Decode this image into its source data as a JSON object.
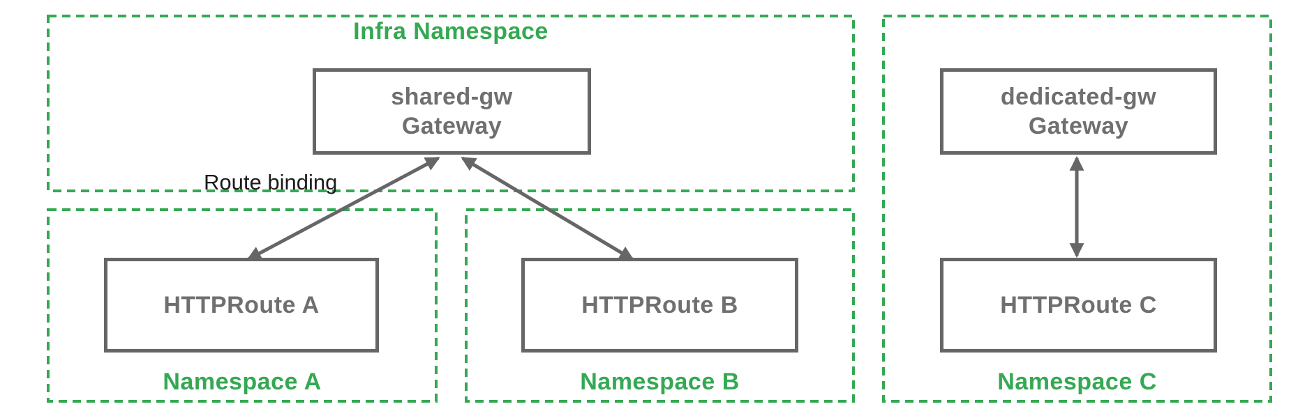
{
  "colors": {
    "namespace_green": "#34a853",
    "node_border_gray": "#666668",
    "node_text_gray": "#6f6f71",
    "annotation_black": "#1b1b1b"
  },
  "namespaces": {
    "infra": {
      "label": "Infra Namespace"
    },
    "a": {
      "label": "Namespace A"
    },
    "b": {
      "label": "Namespace B"
    },
    "c": {
      "label": "Namespace C"
    }
  },
  "nodes": {
    "shared_gw": {
      "line1": "shared-gw",
      "line2": "Gateway"
    },
    "dedicated_gw": {
      "line1": "dedicated-gw",
      "line2": "Gateway"
    },
    "route_a": {
      "label": "HTTPRoute A"
    },
    "route_b": {
      "label": "HTTPRoute B"
    },
    "route_c": {
      "label": "HTTPRoute C"
    }
  },
  "annotations": {
    "route_binding": "Route binding"
  },
  "edges": [
    {
      "from": "HTTPRoute A",
      "to": "shared-gw Gateway",
      "bidirectional": true,
      "label": "Route binding"
    },
    {
      "from": "HTTPRoute B",
      "to": "shared-gw Gateway",
      "bidirectional": true,
      "label": ""
    },
    {
      "from": "HTTPRoute C",
      "to": "dedicated-gw Gateway",
      "bidirectional": true,
      "label": ""
    }
  ]
}
